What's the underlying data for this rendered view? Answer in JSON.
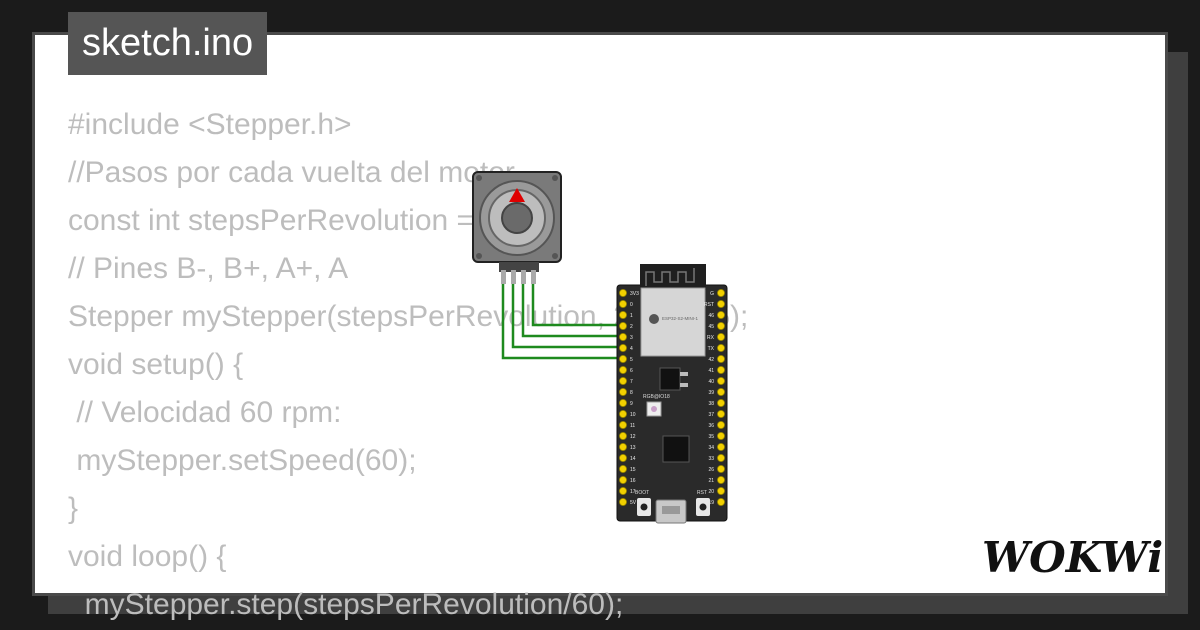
{
  "file_tab": {
    "label": "sketch.ino"
  },
  "code_lines": [
    "#include <Stepper.h>",
    "//Pasos por cada vuelta del motor",
    "const int stepsPerRevolution = 200;",
    "// Pines B-, B+, A+, A",
    "Stepper myStepper(stepsPerRevolution, 2, 3, 4, 5);",
    "void setup() {",
    " // Velocidad 60 rpm:",
    " myStepper.setSpeed(60);",
    "}",
    "void loop() {",
    "  myStepper.step(stepsPerRevolution/60);"
  ],
  "board": {
    "module_label": "ESP32-S2-MINI-1",
    "led_label": "RGB@IO18",
    "boot_label": "BOOT",
    "rst_label": "RST",
    "left_pins": [
      "3V3",
      "0",
      "1",
      "2",
      "3",
      "4",
      "5",
      "6",
      "7",
      "8",
      "9",
      "10",
      "11",
      "12",
      "13",
      "14",
      "15",
      "16",
      "17",
      "5V"
    ],
    "right_pins": [
      "G",
      "RST",
      "46",
      "45",
      "RX",
      "TX",
      "42",
      "41",
      "40",
      "39",
      "38",
      "37",
      "36",
      "35",
      "34",
      "33",
      "26",
      "21",
      "20",
      "19"
    ]
  },
  "logo": {
    "text": "WOKWi"
  },
  "colors": {
    "wire": "#1e8a1e",
    "board": "#2a2a2a",
    "pin": "#f2d000",
    "motor_marker": "#e00000"
  }
}
